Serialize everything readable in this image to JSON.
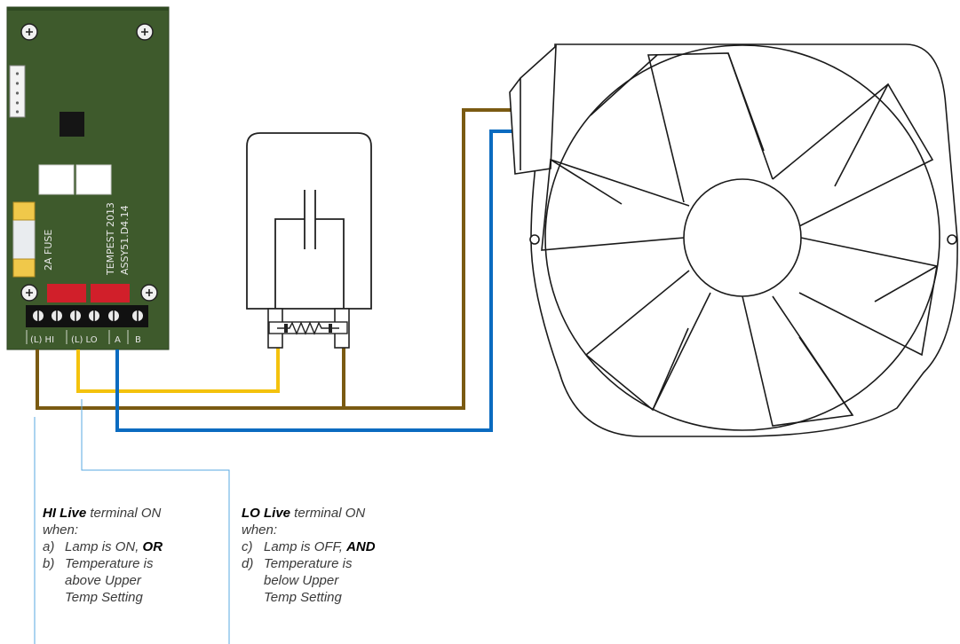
{
  "pcb": {
    "fuse_label": "2A FUSE",
    "board_label_line1": "TEMPEST 2013",
    "board_label_line2": "ASSY51.D4.14",
    "terminals": [
      {
        "label": "(L) HI"
      },
      {
        "label": "(L) LO"
      },
      {
        "label": "A"
      },
      {
        "label": "B"
      }
    ]
  },
  "colors": {
    "pcb_green": "#3e5a2c",
    "brown_wire": "#7a5a12",
    "yellow_wire": "#f4c20d",
    "blue_wire": "#0a6bc0",
    "callout_line": "#5aa8e0",
    "relay_red": "#d11f2a"
  },
  "notes": {
    "hi": {
      "title_bold": "HI Live",
      "title_rest": " terminal ON",
      "line2": "when:",
      "items": [
        {
          "letter": "a)",
          "text": "Lamp is ON, ",
          "bold": "OR"
        },
        {
          "letter": "b)",
          "text": "Temperature is above Upper Temp Setting",
          "bold": ""
        }
      ]
    },
    "lo": {
      "title_bold": "LO Live",
      "title_rest": " terminal ON",
      "line2": "when:",
      "items": [
        {
          "letter": "c)",
          "text": "Lamp is OFF, ",
          "bold": "AND"
        },
        {
          "letter": "d)",
          "text": "Temperature is below Upper Temp Setting",
          "bold": ""
        }
      ]
    }
  }
}
